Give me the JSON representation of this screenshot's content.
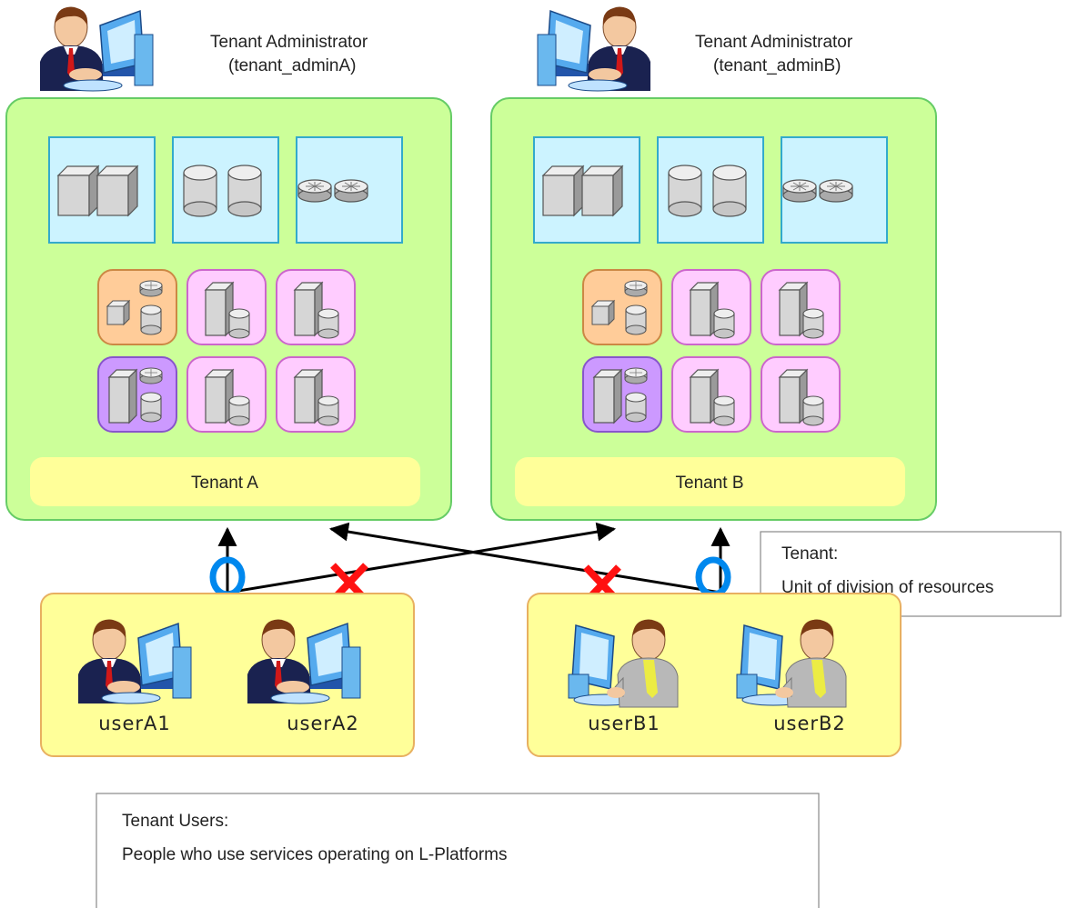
{
  "tenants": [
    {
      "name": "Tenant A",
      "admin_title": "Tenant Administrator",
      "admin_id": "(tenant_adminA)",
      "users": [
        "userA1",
        "userA2"
      ]
    },
    {
      "name": "Tenant B",
      "admin_title": "Tenant Administrator",
      "admin_id": "(tenant_adminB)",
      "users": [
        "userB1",
        "userB2"
      ]
    }
  ],
  "notes": {
    "tenant_title": "Tenant:",
    "tenant_desc": "Unit of division of resources",
    "users_title": "Tenant Users:",
    "users_desc": "People who use services operating on L-Platforms"
  },
  "colors": {
    "tenant_bg": "#ccff99",
    "tenant_border": "#66cc66",
    "resource_bg": "#ccf3ff",
    "resource_border": "#33aacc",
    "user_bg": "#ffff99",
    "user_border": "#e8b060",
    "allow_mark": "#0088ee",
    "deny_mark": "#ff1111"
  },
  "access": {
    "allowed": [
      "userA->Tenant A",
      "userB->Tenant B"
    ],
    "denied": [
      "userA->Tenant B",
      "userB->Tenant A"
    ]
  }
}
